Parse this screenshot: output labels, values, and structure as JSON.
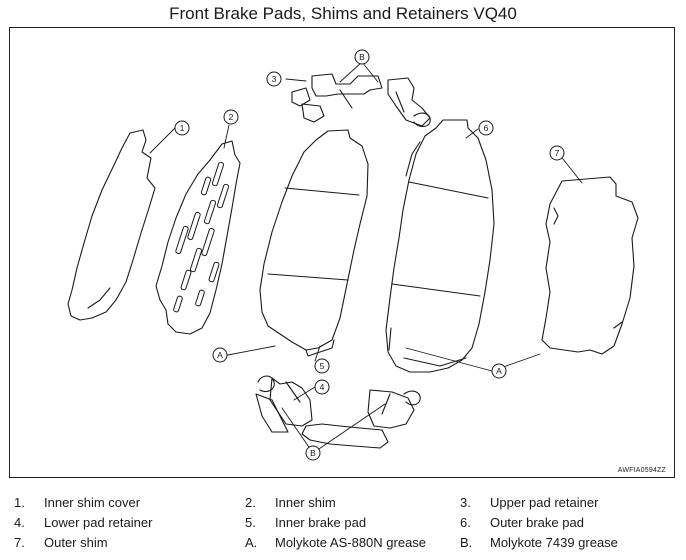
{
  "title": "Front Brake Pads, Shims and Retainers VQ40",
  "figure_code": "AWFIA0594ZZ",
  "callouts": {
    "c1": "1",
    "c2": "2",
    "c3": "3",
    "c4": "4",
    "c5": "5",
    "c6": "6",
    "c7": "7",
    "cA1": "A",
    "cA2": "A",
    "cB1": "B",
    "cB2": "B"
  },
  "legend": [
    {
      "key": "1.",
      "text": "Inner shim cover"
    },
    {
      "key": "2.",
      "text": "Inner shim"
    },
    {
      "key": "3.",
      "text": "Upper pad retainer"
    },
    {
      "key": "4.",
      "text": "Lower pad retainer"
    },
    {
      "key": "5.",
      "text": "Inner brake pad"
    },
    {
      "key": "6.",
      "text": "Outer brake pad"
    },
    {
      "key": "7.",
      "text": "Outer shim"
    },
    {
      "key": "A.",
      "text": "Molykote AS-880N grease"
    },
    {
      "key": "B.",
      "text": "Molykote 7439 grease"
    }
  ]
}
